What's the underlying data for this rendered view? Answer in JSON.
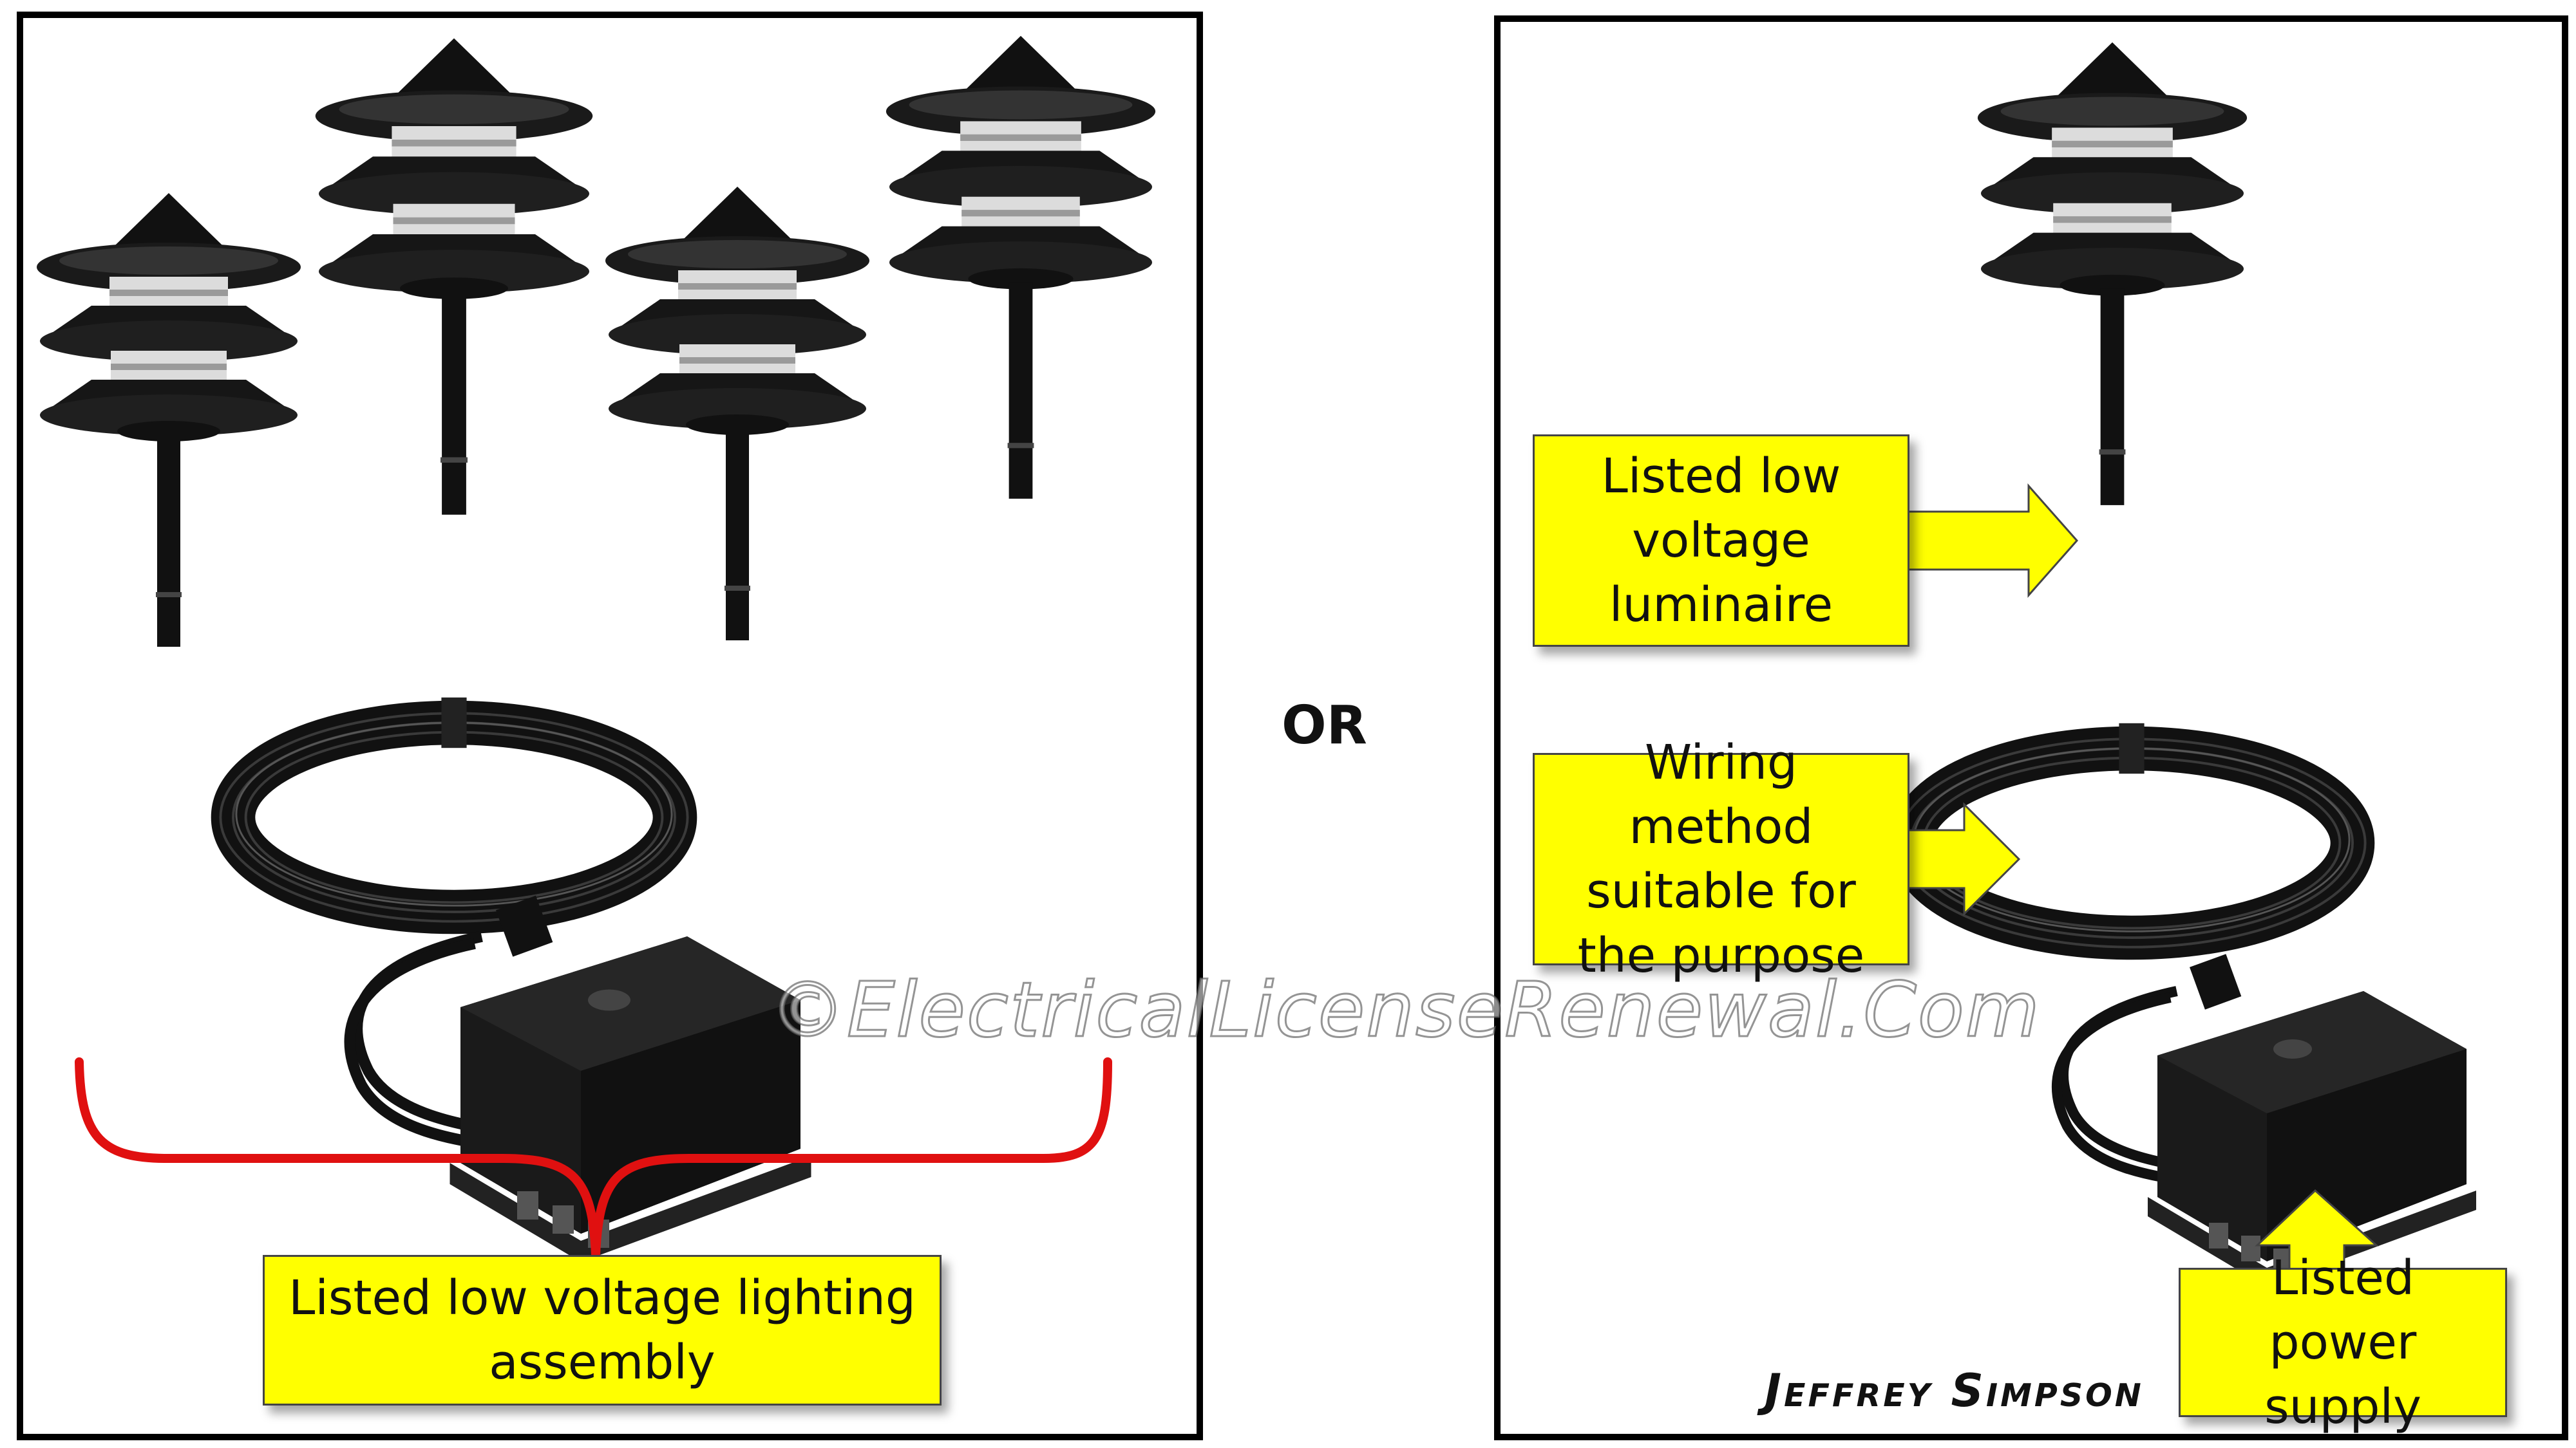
{
  "left_panel": {
    "assembly_label": "Listed low voltage lighting assembly"
  },
  "separator": "OR",
  "right_panel": {
    "luminaire_label": "Listed low voltage luminaire",
    "wiring_label": "Wiring method suitable for the purpose",
    "power_supply_label": "Listed power supply"
  },
  "watermark": "©ElectricalLicenseRenewal.Com",
  "signature": "Jeffrey Simpson",
  "colors": {
    "label_fill": "#ffff00",
    "bracket": "#e01010",
    "fixture": "#111111"
  },
  "icons": [
    "pagoda-light-icon",
    "cable-coil-icon",
    "transformer-icon",
    "arrow-right-icon",
    "arrow-up-icon",
    "curly-bracket-icon"
  ]
}
